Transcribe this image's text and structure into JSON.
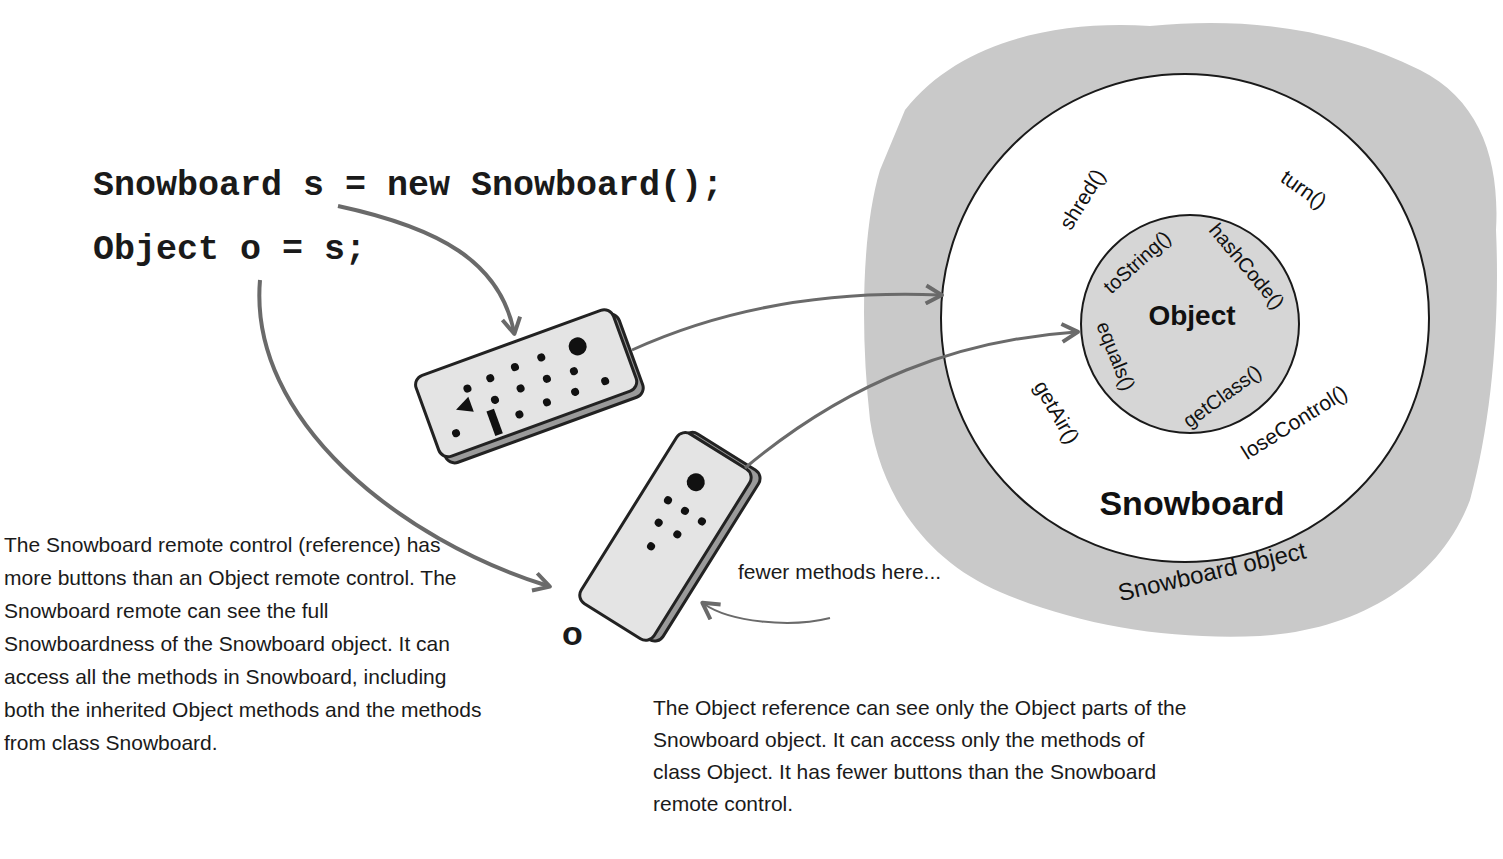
{
  "diagram": {
    "nodes": [
      {
        "text": [
          "Snowboard object"
        ]
      },
      {
        "text": [
          "Snowboard",
          "shred()",
          "turn()",
          "getAir()",
          "loseControl()"
        ],
        "in": 0
      },
      {
        "text": [
          "Object",
          "toString()",
          "hashCode()",
          "equals()",
          "getClass()"
        ],
        "in": 1
      }
    ],
    "labels": [
      "Snowboard s = new Snowboard();",
      "Object o = s;",
      "The Snowboard remote control (reference) has more buttons than an Object remote control. The Snowboard remote can see the full Snowboardness of the Snowboard object. It can access all the methods in Snowboard, including both the inherited Object methods and the methods from class Snowboard.",
      "fewer methods here...",
      "o",
      "The Object reference can see only the Object parts of the Snowboard object. It can access only the methods of class Object. It has fewer buttons than the Snowboard remote control."
    ]
  }
}
